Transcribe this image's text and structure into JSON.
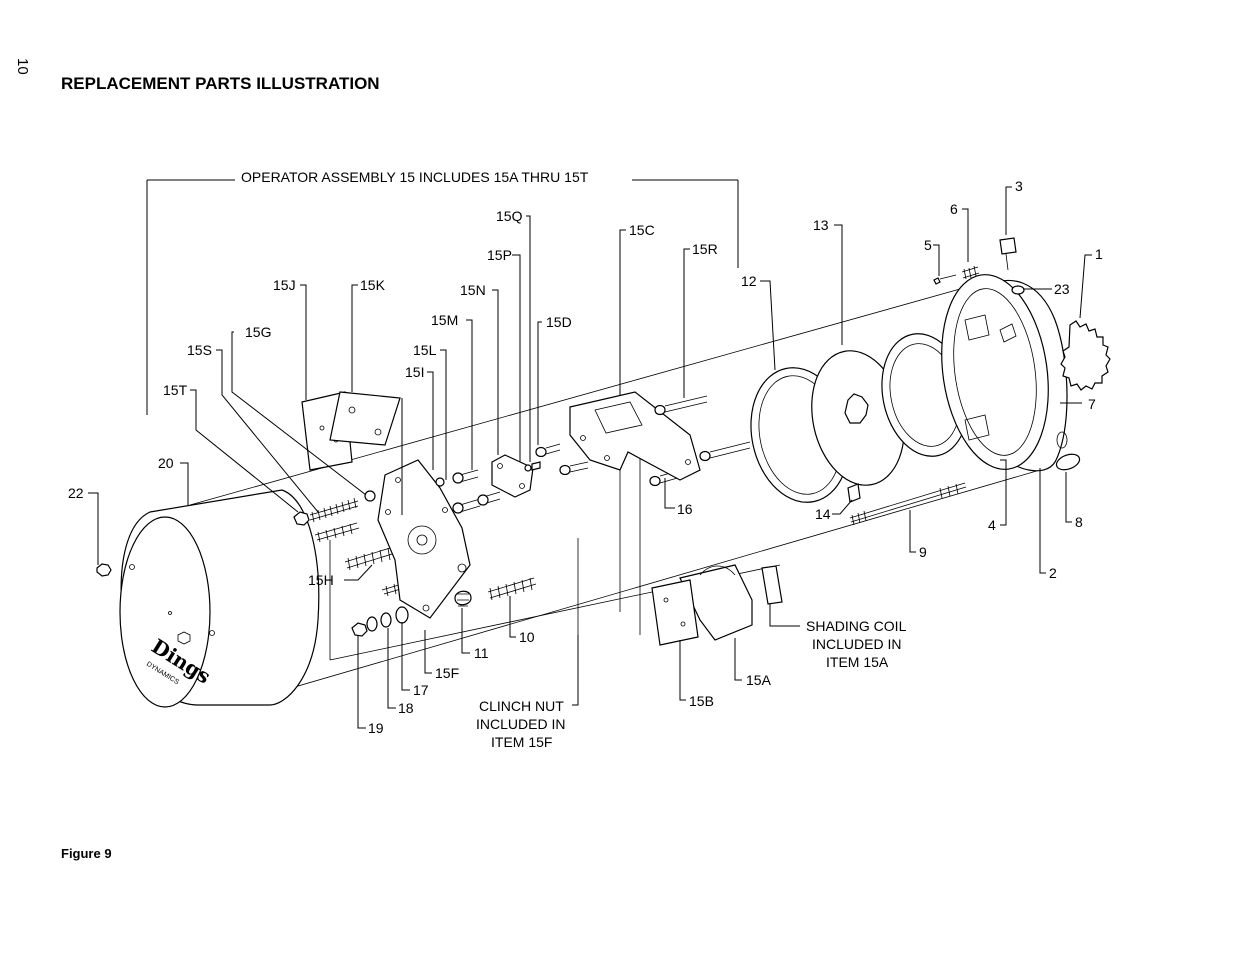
{
  "page_number": "10",
  "title": "REPLACEMENT PARTS ILLUSTRATION",
  "figure_caption": "Figure 9",
  "notes": {
    "operator_assembly": "OPERATOR ASSEMBLY 15 INCLUDES 15A THRU 15T",
    "shading_coil": [
      "SHADING COIL",
      "INCLUDED IN",
      "ITEM 15A"
    ],
    "clinch_nut": [
      "CLINCH NUT",
      "INCLUDED IN",
      "ITEM 15F"
    ]
  },
  "brand_mark": "Dings",
  "brand_sub": "DYNAMICS",
  "callouts": [
    "1",
    "2",
    "3",
    "4",
    "5",
    "6",
    "7",
    "8",
    "9",
    "10",
    "11",
    "12",
    "13",
    "14",
    "16",
    "17",
    "18",
    "19",
    "20",
    "22",
    "23",
    "15A",
    "15B",
    "15C",
    "15D",
    "15F",
    "15G",
    "15H",
    "15I",
    "15J",
    "15K",
    "15L",
    "15M",
    "15N",
    "15P",
    "15Q",
    "15R",
    "15S",
    "15T"
  ]
}
